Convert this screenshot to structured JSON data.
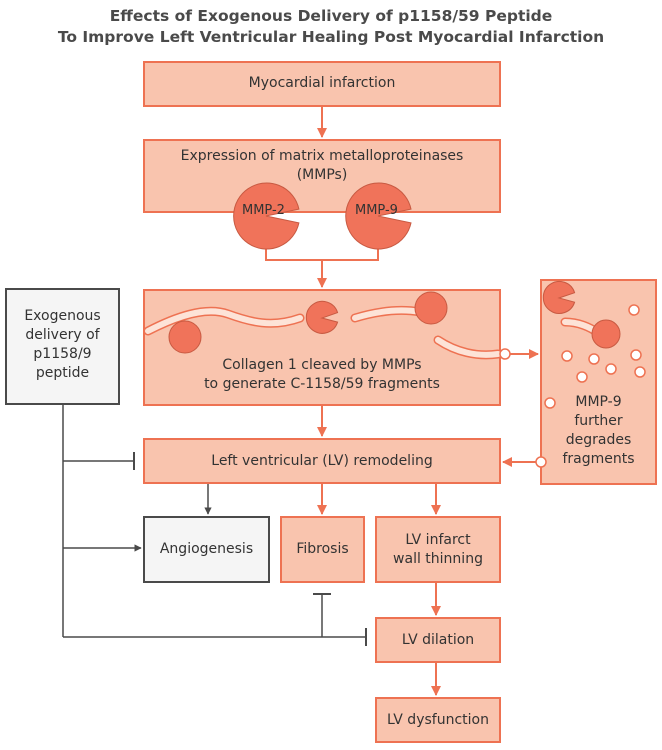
{
  "title": {
    "line1": "Effects of Exogenous Delivery of p1158/59 Peptide",
    "line2": "To Improve Left Ventricular Healing Post Myocardial Infarction"
  },
  "nodes": {
    "mi": "Myocardial infarction",
    "mmp_expression_1": "Expression of matrix metalloproteinases",
    "mmp_expression_2": "(MMPs)",
    "mmp2": "MMP-2",
    "mmp9": "MMP-9",
    "collagen_1": "Collagen 1 cleaved by MMPs",
    "collagen_2": "to generate C-1158/59 fragments",
    "mmp9_degrade_1": "MMP-9",
    "mmp9_degrade_2": "further",
    "mmp9_degrade_3": "degrades",
    "mmp9_degrade_4": "fragments",
    "exo_1": "Exogenous",
    "exo_2": "delivery of",
    "exo_3": "p1158/9",
    "exo_4": "peptide",
    "lv_remodeling": "Left ventricular (LV) remodeling",
    "angiogenesis": "Angiogenesis",
    "fibrosis": "Fibrosis",
    "wall_thinning_1": "LV infarct",
    "wall_thinning_2": "wall thinning",
    "lv_dilation": "LV dilation",
    "lv_dysfunction": "LV dysfunction"
  },
  "colors": {
    "box_fill": "#f9c4ae",
    "box_border": "#ee7252",
    "arrow": "#ee7252",
    "enzyme": "#f0735a",
    "collagen_fill": "#fde3d7",
    "gray_fill": "#f5f5f5",
    "gray_border": "#4a4a4a"
  }
}
